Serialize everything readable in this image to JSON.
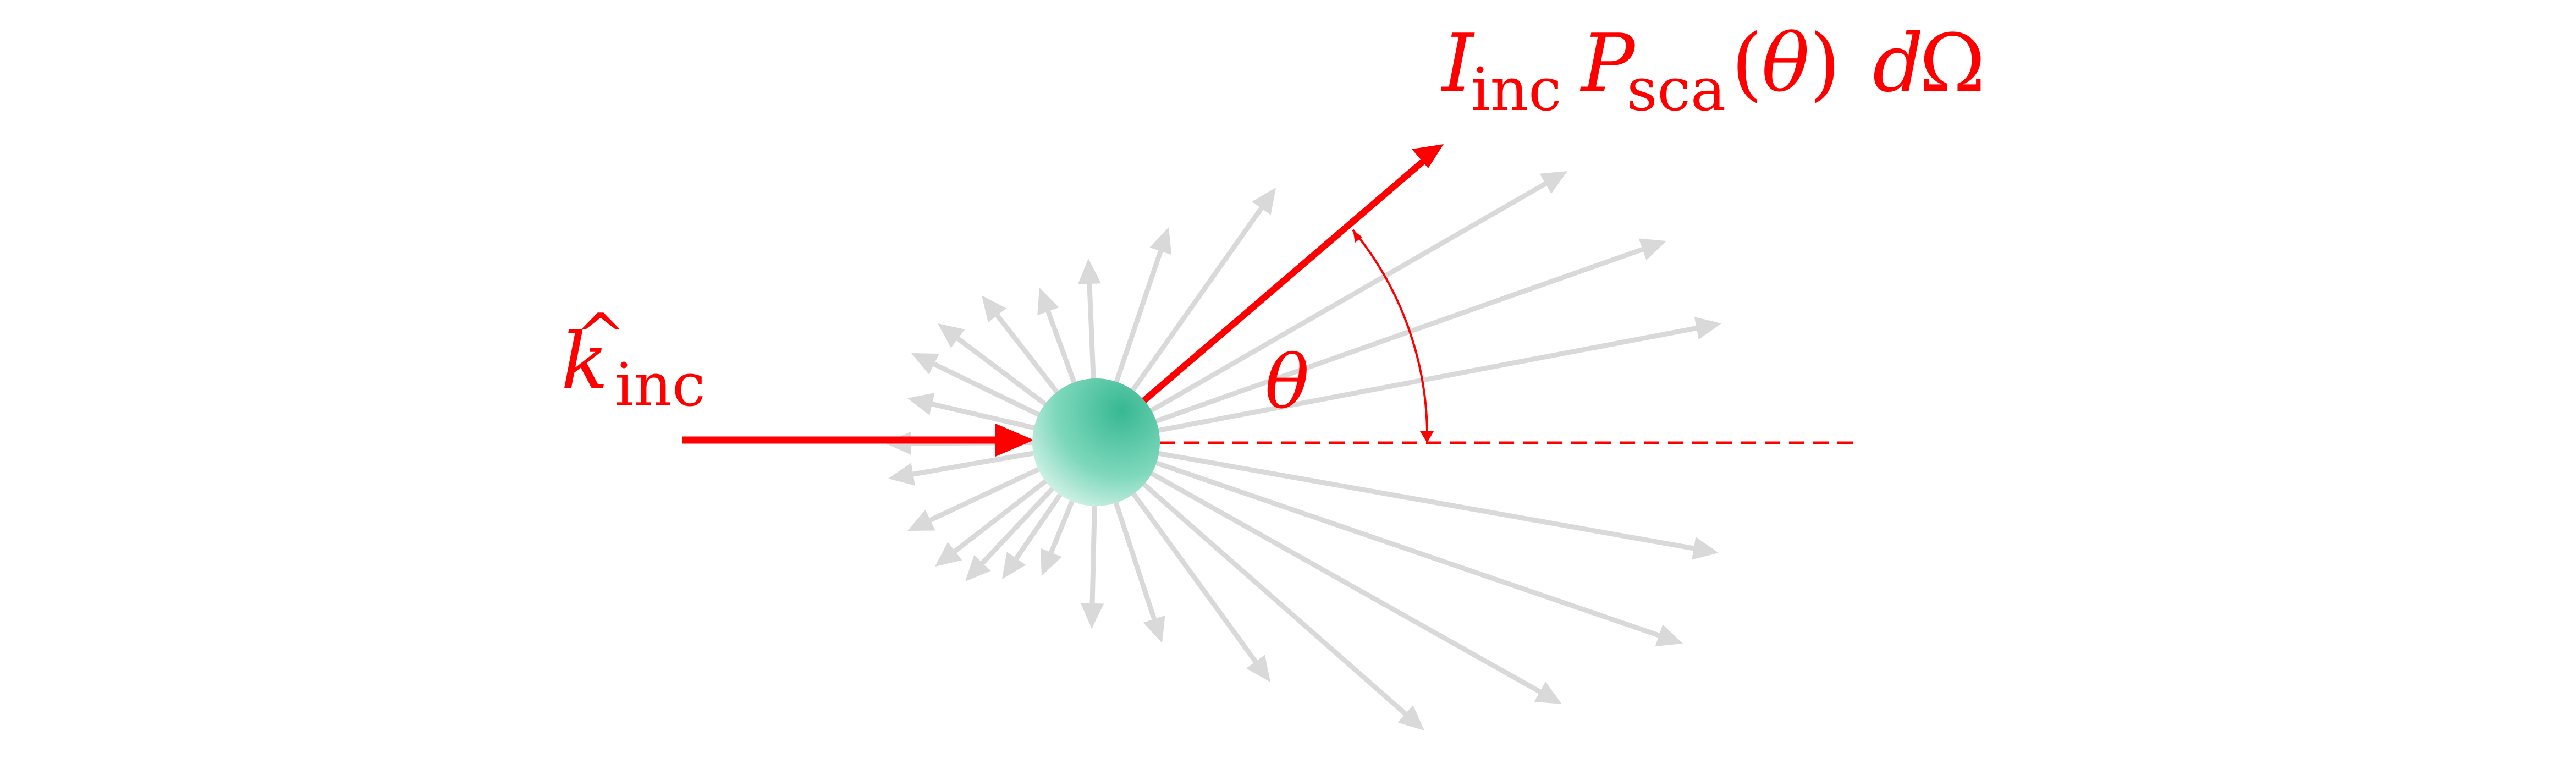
{
  "colors": {
    "incident": "#ff0000",
    "scattered_highlight": "#ff0000",
    "scattered_rays": "#d9d9d9",
    "particle_center": "#5ec9a8",
    "particle_edge": "#e8f8f2",
    "reference_line": "#ff0000",
    "angle_arc": "#ff0000"
  },
  "labels": {
    "incident_vector_symbol": "k",
    "incident_vector_hat": "^",
    "incident_vector_subscript": "inc",
    "angle_symbol": "θ",
    "scattered_intensity_I": "I",
    "scattered_intensity_I_subscript": "inc",
    "scattered_intensity_P": "P",
    "scattered_intensity_P_subscript": "sca",
    "scattered_intensity_open_paren": "(",
    "scattered_intensity_theta": "θ",
    "scattered_intensity_close_paren": ")",
    "scattered_intensity_d": "d",
    "scattered_intensity_omega": "Ω"
  },
  "icons": {
    "particle": "sphere-icon",
    "arrowhead": "triangle-arrowhead-icon"
  }
}
